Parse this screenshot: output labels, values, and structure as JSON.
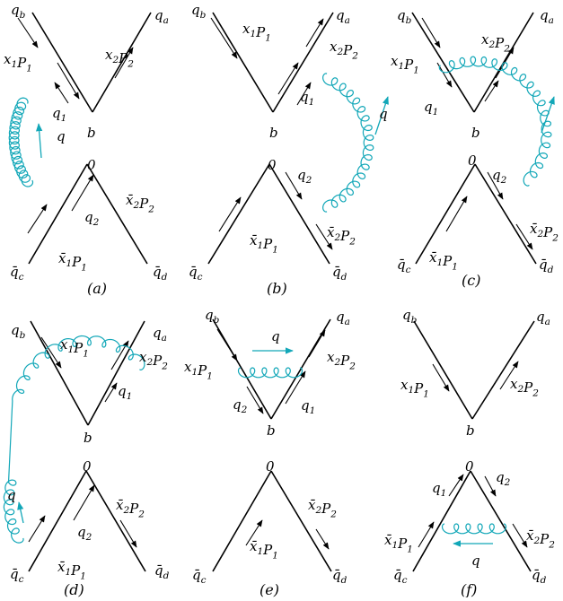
{
  "labels": {
    "q_b": "q_b",
    "q_a": "q_a",
    "q_c": "q̄_c",
    "q_d": "q̄_d",
    "x1P1": "x_1P_1",
    "x2P2": "x_2P_2",
    "xb1P1": "x̄_1P_1",
    "xb2P2": "x̄_2P_2",
    "q1": "q_1",
    "q2": "q_2",
    "q": "q",
    "b": "b",
    "zero": "0"
  },
  "panels": [
    {
      "id": "a",
      "caption": "(a)"
    },
    {
      "id": "b",
      "caption": "(b)"
    },
    {
      "id": "c",
      "caption": "(c)"
    },
    {
      "id": "d",
      "caption": "(d)"
    },
    {
      "id": "e",
      "caption": "(e)"
    },
    {
      "id": "f",
      "caption": "(f)"
    }
  ],
  "colors": {
    "gluon": "#12a7b8",
    "quark": "#000000"
  }
}
